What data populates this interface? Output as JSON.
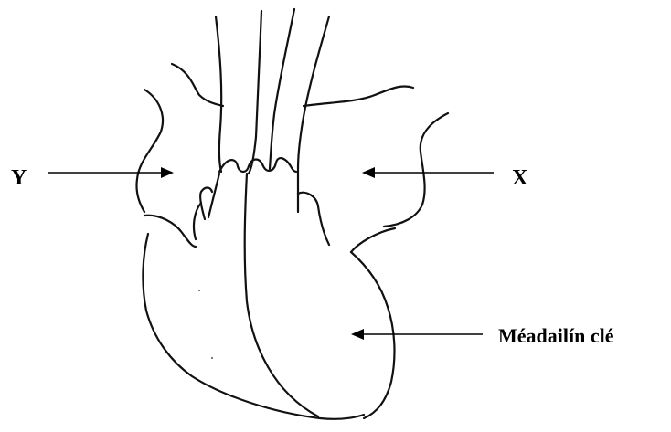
{
  "labels": {
    "y": "Y",
    "x": "X",
    "caption": "Méadailín clé"
  },
  "colors": {
    "line": "#111111",
    "background": "#ffffff"
  }
}
